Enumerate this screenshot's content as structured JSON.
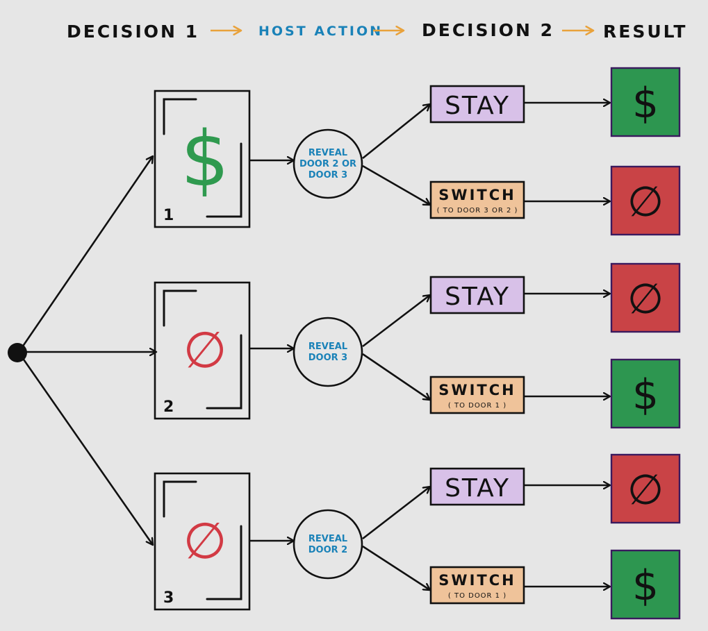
{
  "header": {
    "decision1": "DECISION 1",
    "host_action": "HOST ACTION",
    "decision2": "DECISION 2",
    "result": "RESULT"
  },
  "colors": {
    "arrow_accent": "#e9a23b",
    "host_blue": "#1a82b8",
    "stay_fill": "#d8c1e8",
    "switch_fill": "#efc39a",
    "win_fill": "#2d9650",
    "lose_fill": "#c94346",
    "result_border": "#3a1a5e"
  },
  "branches": [
    {
      "door": {
        "number": "1",
        "symbol": "$"
      },
      "host": {
        "lines": [
          "REVEAL",
          "DOOR 2 OR",
          "DOOR 3"
        ]
      },
      "stay": {
        "label": "STAY",
        "result": "$"
      },
      "switch": {
        "label": "SWITCH",
        "sub": "( TO DOOR 3 OR 2 )",
        "result": "∅"
      }
    },
    {
      "door": {
        "number": "2",
        "symbol": "∅"
      },
      "host": {
        "lines": [
          "REVEAL",
          "DOOR 3"
        ]
      },
      "stay": {
        "label": "STAY",
        "result": "∅"
      },
      "switch": {
        "label": "SWITCH",
        "sub": "( TO DOOR 1 )",
        "result": "$"
      }
    },
    {
      "door": {
        "number": "3",
        "symbol": "∅"
      },
      "host": {
        "lines": [
          "REVEAL",
          "DOOR 2"
        ]
      },
      "stay": {
        "label": "STAY",
        "result": "∅"
      },
      "switch": {
        "label": "SWITCH",
        "sub": "( TO DOOR 1 )",
        "result": "$"
      }
    }
  ]
}
